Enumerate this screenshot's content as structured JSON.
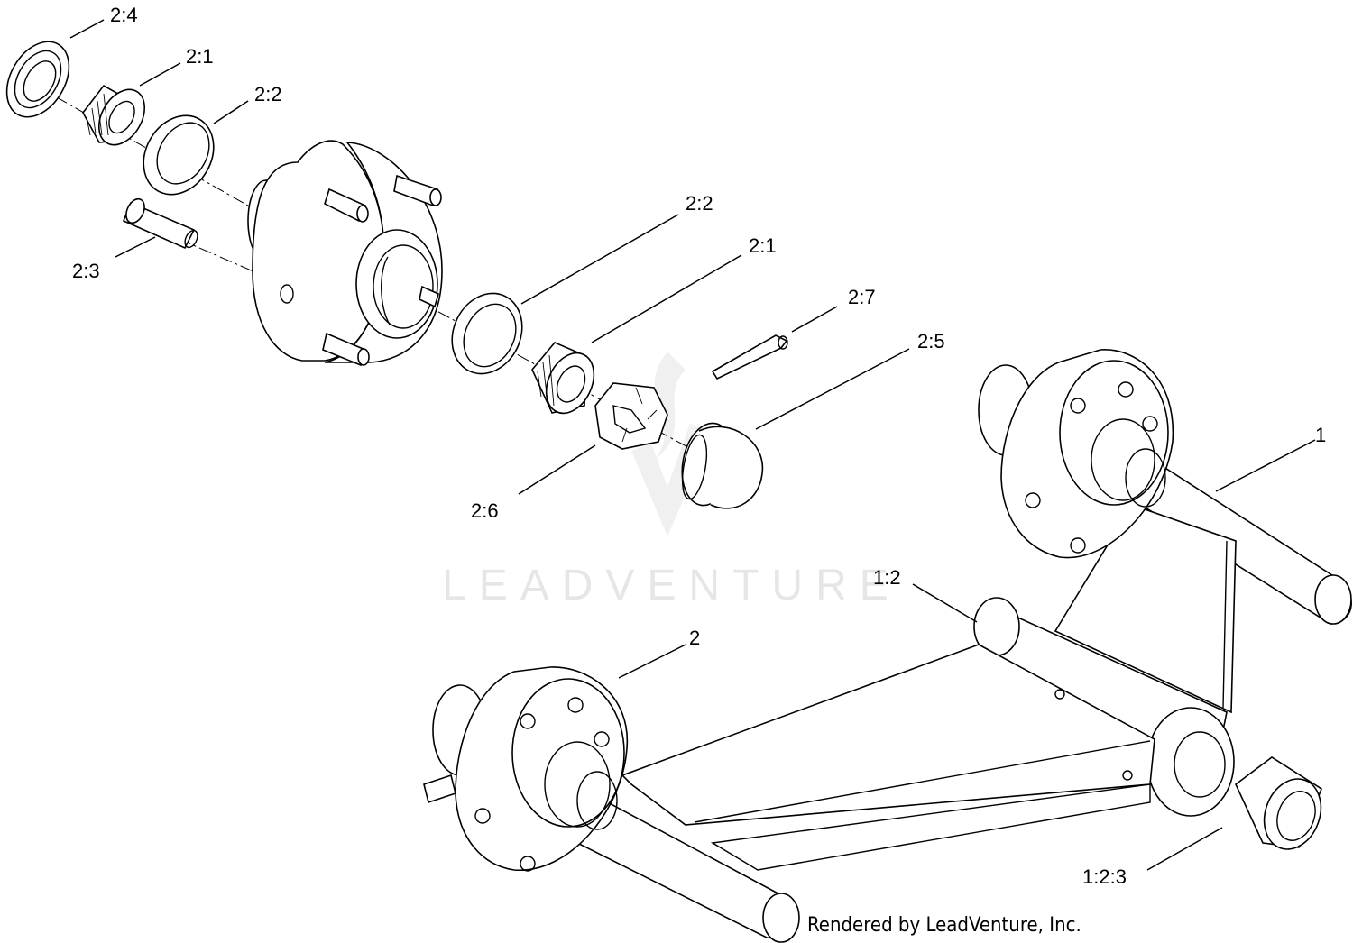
{
  "diagram": {
    "callouts": [
      {
        "id": "c-2-4-top",
        "text": "2:4"
      },
      {
        "id": "c-2-1-top",
        "text": "2:1"
      },
      {
        "id": "c-2-2-top",
        "text": "2:2"
      },
      {
        "id": "c-2-3",
        "text": "2:3"
      },
      {
        "id": "c-2-2-mid",
        "text": "2:2"
      },
      {
        "id": "c-2-1-mid",
        "text": "2:1"
      },
      {
        "id": "c-2-7",
        "text": "2:7"
      },
      {
        "id": "c-2-5",
        "text": "2:5"
      },
      {
        "id": "c-2-6",
        "text": "2:6"
      },
      {
        "id": "c-1",
        "text": "1"
      },
      {
        "id": "c-1-2",
        "text": "1:2"
      },
      {
        "id": "c-2",
        "text": "2"
      },
      {
        "id": "c-1-2-3",
        "text": "1:2:3"
      }
    ],
    "credit": "Rendered by LeadVenture, Inc.",
    "watermark": "LEADVENTURE"
  }
}
